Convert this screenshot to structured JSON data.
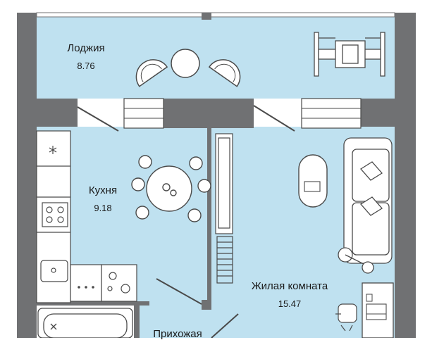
{
  "colors": {
    "wall": "#707173",
    "floor": "#bfe1f0",
    "furniture_fill": "#ffffff",
    "furniture_stroke": "#4a4a4a",
    "text": "#1a1a1a"
  },
  "rooms": {
    "loggia": {
      "name": "Лоджия",
      "area": "8.76"
    },
    "kitchen": {
      "name": "Кухня",
      "area": "9.18"
    },
    "living": {
      "name": "Жилая комната",
      "area": "15.47"
    },
    "hallway": {
      "name": "Прихожая"
    }
  },
  "icons": [
    "dumbbell-bench-icon",
    "armchair-icon",
    "round-table-icon",
    "sofa-icon",
    "hob-icon",
    "sink-icon",
    "bathtub-icon",
    "desk-icon",
    "laptop-icon"
  ]
}
